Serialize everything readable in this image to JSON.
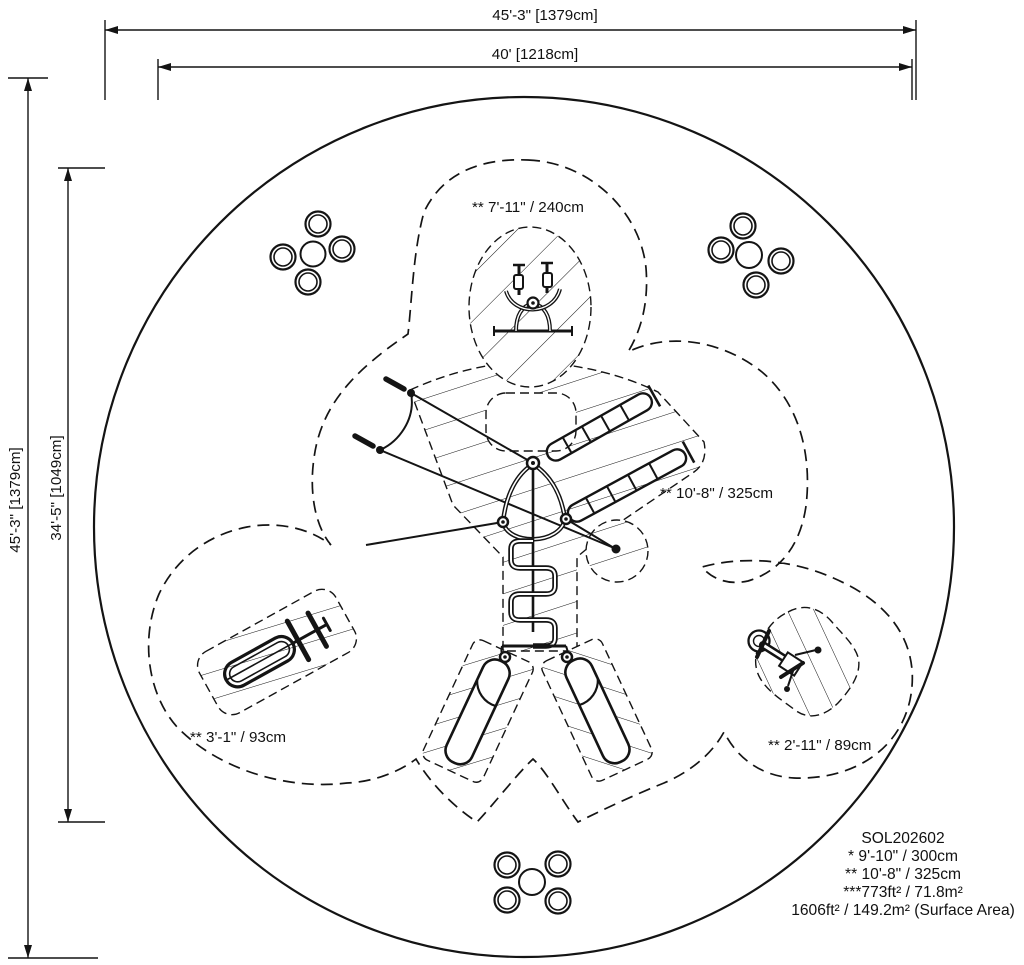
{
  "page": {
    "background": "#ffffff",
    "ink": "#141414"
  },
  "dimensions": {
    "top_outer": "45'-3\" [1379cm]",
    "top_inner": "40' [1218cm]",
    "left_outer": "45'-3\" [1379cm]",
    "left_inner": "34'-5\" [1049cm]"
  },
  "fall_zones": {
    "spinner": "** 7'-11\" / 240cm",
    "climber": "** 10'-8\" / 325cm",
    "spring_rider_left": "** 3'-1\" / 93cm",
    "spring_rider_right": "** 2'-11\" / 89cm"
  },
  "info_block": {
    "model": "SOL202602",
    "height_note_1": "* 9'-10\" / 300cm",
    "height_note_2": "** 10'-8\" / 325cm",
    "use_zone_area": "***773ft² / 71.8m²",
    "surface_area": "1606ft² / 149.2m² (Surface Area)"
  }
}
